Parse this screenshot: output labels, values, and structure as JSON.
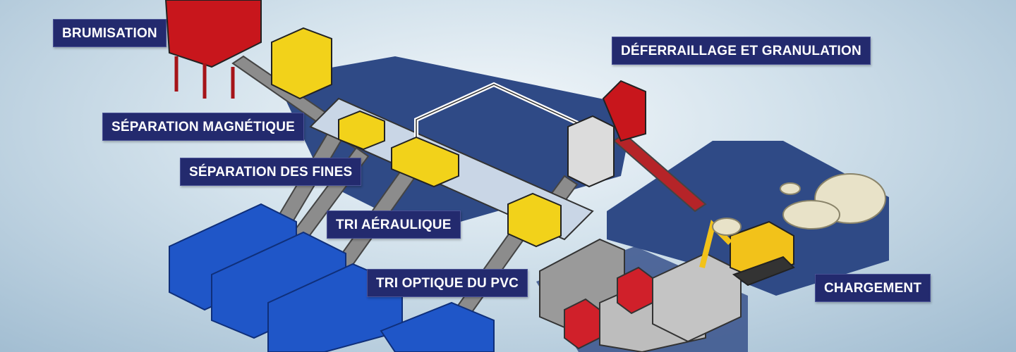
{
  "labels": {
    "brumisation": "BRUMISATION",
    "separation_magnetique": "SÉPARATION MAGNÉTIQUE",
    "separation_fines": "SÉPARATION DES FINES",
    "tri_aeraulique": "TRI AÉRAULIQUE",
    "tri_optique": "TRI OPTIQUE DU PVC",
    "deferraillage": "DÉFERRAILLAGE ET GRANULATION",
    "chargement": "CHARGEMENT"
  },
  "colors": {
    "label_bg": "#232a6e",
    "ground": "#2f4a86",
    "hopper": "#c8161c",
    "machine": "#f2d21a",
    "container": "#1f56c8",
    "conveyor": "#8c8c8c"
  }
}
